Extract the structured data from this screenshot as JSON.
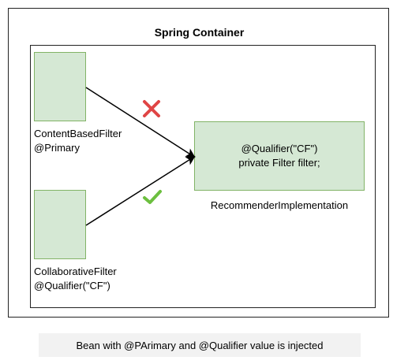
{
  "diagram": {
    "title": "Spring Container",
    "beans": [
      {
        "name": "ContentBasedFilter",
        "annotation": "@Primary",
        "status": "rejected",
        "status_icon": "cross-icon",
        "status_color": "#e04545"
      },
      {
        "name": "CollaborativeFilter",
        "annotation": "@Qualifier(\"CF\")",
        "status": "injected",
        "status_icon": "check-icon",
        "status_color": "#6cbf3f"
      }
    ],
    "target": {
      "line1": "@Qualifier(\"CF\")",
      "line2": "private Filter filter;",
      "caption": "RecommenderImplementation"
    },
    "caption": "Bean with @PArimary and @Qualifier value is injected",
    "colors": {
      "box_fill": "#d5e8d4",
      "box_border": "#82b366",
      "frame_border": "#222222",
      "caption_background": "#f2f2f2"
    }
  }
}
